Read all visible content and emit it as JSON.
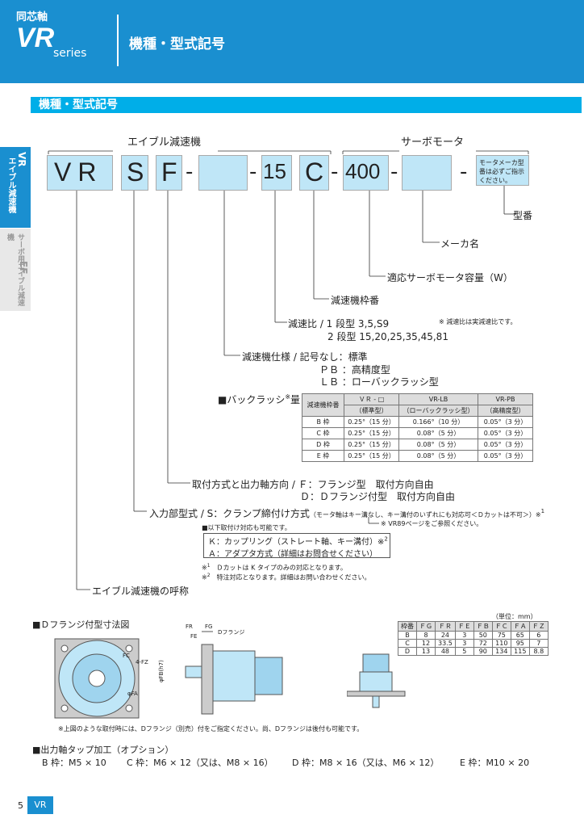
{
  "header": {
    "category": "同芯軸",
    "brand": "VR",
    "series": "series",
    "title": "機種・型式記号"
  },
  "side_tabs": {
    "tab1_letters": "VR",
    "tab1_label": "エイブル減速機",
    "tab2_letters": "EF",
    "tab2_label": "サーボ用エイブル減速機"
  },
  "section_title": "機種・型式記号",
  "model_code": {
    "group1_label": "エイブル減速機",
    "group2_label": "サーボモータ",
    "c_vr": "VR",
    "c_s": "S",
    "c_f": "F",
    "d1": "-",
    "d2": "-",
    "c_15": "15",
    "c_c": "C",
    "d3": "-",
    "c_400": "400",
    "d4": "-",
    "d5": "-",
    "note_box": "モータメーカ型番は必ずご指示ください。"
  },
  "callouts": {
    "model_no": "型番",
    "maker": "メーカ名",
    "motor_capacity": "適応サーボモータ容量（W）",
    "frame": "減速機枠番",
    "ratio_1": "減速比 / 1 段型 3,5,S9",
    "ratio_2": "2 段型 15,20,25,35,45,81",
    "ratio_note": "※ 減速比は実減速比です。",
    "spec_1": "減速機仕様 / 記号なし：標準",
    "spec_2": "ＰＢ ：高精度型",
    "spec_3": "ＬＢ ：ローバックラッシ型",
    "mount_1": "取付方式と出力軸方向 / Ｆ：フランジ型　取付方向自由",
    "mount_2": "Ｄ：Ｄフランジ付型　取付方向自由",
    "input_1": "入力部型式 / S：クランプ締付け方式",
    "input_1_small": "（モータ軸はキー溝なし、キー溝付のいずれにも対応可＜Ｄカットは不可＞）※",
    "input_1_sup": "1",
    "vr89": "※ VR89ページをご参照ください。",
    "also_mount": "■以下取付け対応も可能です。",
    "k_line": "Ｋ：カップリング（ストレート軸、キー溝付）※",
    "k_sup": "2",
    "a_line": "Ａ：アダプタ方式（詳細はお問合せください）",
    "fn1": "Ｄカットは K タイプのみの対応となります。",
    "fn1_mark": "※",
    "fn1_sup": "1",
    "fn2": "特注対応となります。詳細はお問い合わせください。",
    "fn2_mark": "※",
    "fn2_sup": "2",
    "name": "エイブル減速機の呼称"
  },
  "backlash": {
    "title": "■バックラッシ",
    "title_sup": "※",
    "title_end": "量",
    "headers": [
      "減速機枠番",
      "ＶＲ - □",
      "VR-LB",
      "VR-PB"
    ],
    "subheaders": [
      "",
      "（標準型）",
      "（ローバックラッシ型）",
      "（高精度型）"
    ],
    "rows": [
      [
        "B 枠",
        "0.25°（15 分）",
        "0.166°（10 分）",
        "0.05°（3 分）"
      ],
      [
        "C 枠",
        "0.25°（15 分）",
        "0.08°（5 分）",
        "0.05°（3 分）"
      ],
      [
        "D 枠",
        "0.25°（15 分）",
        "0.08°（5 分）",
        "0.05°（3 分）"
      ],
      [
        "E 枠",
        "0.25°（15 分）",
        "0.08°（5 分）",
        "0.05°（3 分）"
      ]
    ]
  },
  "dflange": {
    "title": "■Ｄフランジ付型寸法図",
    "unit": "（単位：mm）",
    "headers": [
      "枠番",
      "ＦＧ",
      "ＦＲ",
      "ＦＥ",
      "ＦＢ",
      "ＦＣ",
      "ＦＡ",
      "ＦＺ"
    ],
    "rows": [
      [
        "B",
        "8",
        "24",
        "3",
        "50",
        "75",
        "65",
        "6"
      ],
      [
        "C",
        "12",
        "33.5",
        "3",
        "72",
        "110",
        "95",
        "7"
      ],
      [
        "D",
        "13",
        "48",
        "5",
        "90",
        "134",
        "115",
        "8.8"
      ]
    ],
    "lbl_fr": "FR",
    "lbl_fg": "FG",
    "lbl_fe": "FE",
    "lbl_dflange": "Dフランジ",
    "lbl_fb": "φFB(h7)",
    "lbl_fc": "FC",
    "lbl_fz": "4-FZ",
    "lbl_fa": "φFA",
    "note": "※上図のような取付時には、Dフランジ（別売）付をご指定ください。尚、Dフランジは後付も可能です。"
  },
  "tap": {
    "title": "■出力軸タップ加工（オプション）",
    "b": "B 枠：M5 × 10",
    "c": "C 枠：M6 × 12（又は、M8 × 16）",
    "d": "D 枠：M8 × 16（又は、M6 × 12）",
    "e": "E 枠：M10 × 20"
  },
  "footer": {
    "page": "5",
    "section": "VR"
  },
  "colors": {
    "brand_blue": "#1a8fd0",
    "section_cyan": "#00aee8",
    "part_blue": "#bfe6f7"
  }
}
